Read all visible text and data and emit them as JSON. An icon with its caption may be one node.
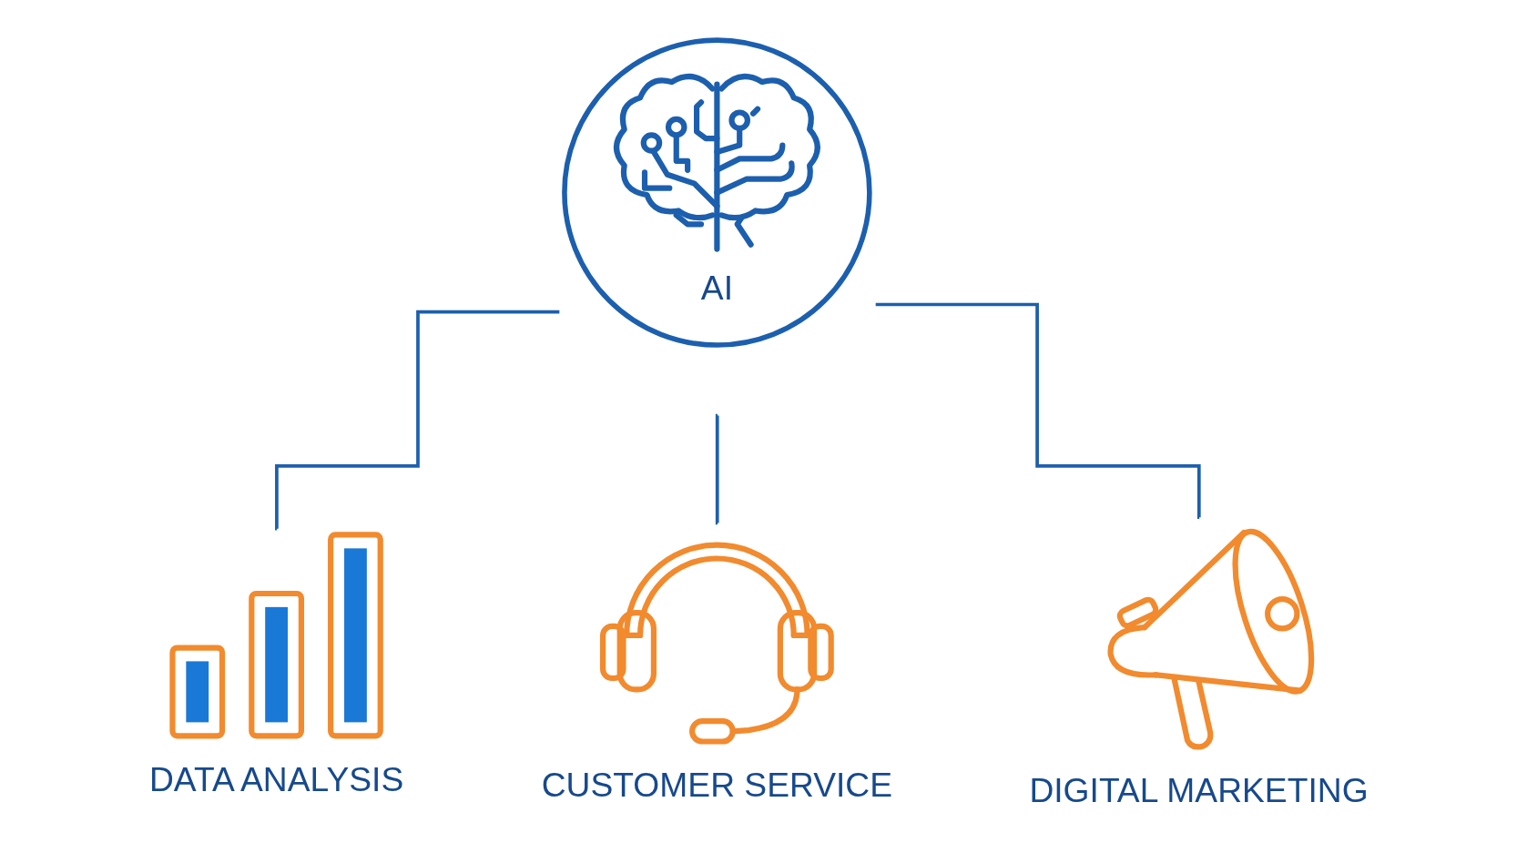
{
  "diagram": {
    "nodes": [
      {
        "text": [
          "AI"
        ]
      },
      {
        "text": [
          "DATA ANALYSIS"
        ]
      },
      {
        "text": [
          "CUSTOMER SERVICE"
        ]
      },
      {
        "text": [
          "DIGITAL MARKETING"
        ]
      }
    ],
    "edges": [
      {
        "from": 0,
        "to": 1,
        "arrow": "none"
      },
      {
        "from": 0,
        "to": 2,
        "arrow": "none"
      },
      {
        "from": 0,
        "to": 3,
        "arrow": "none"
      }
    ]
  }
}
